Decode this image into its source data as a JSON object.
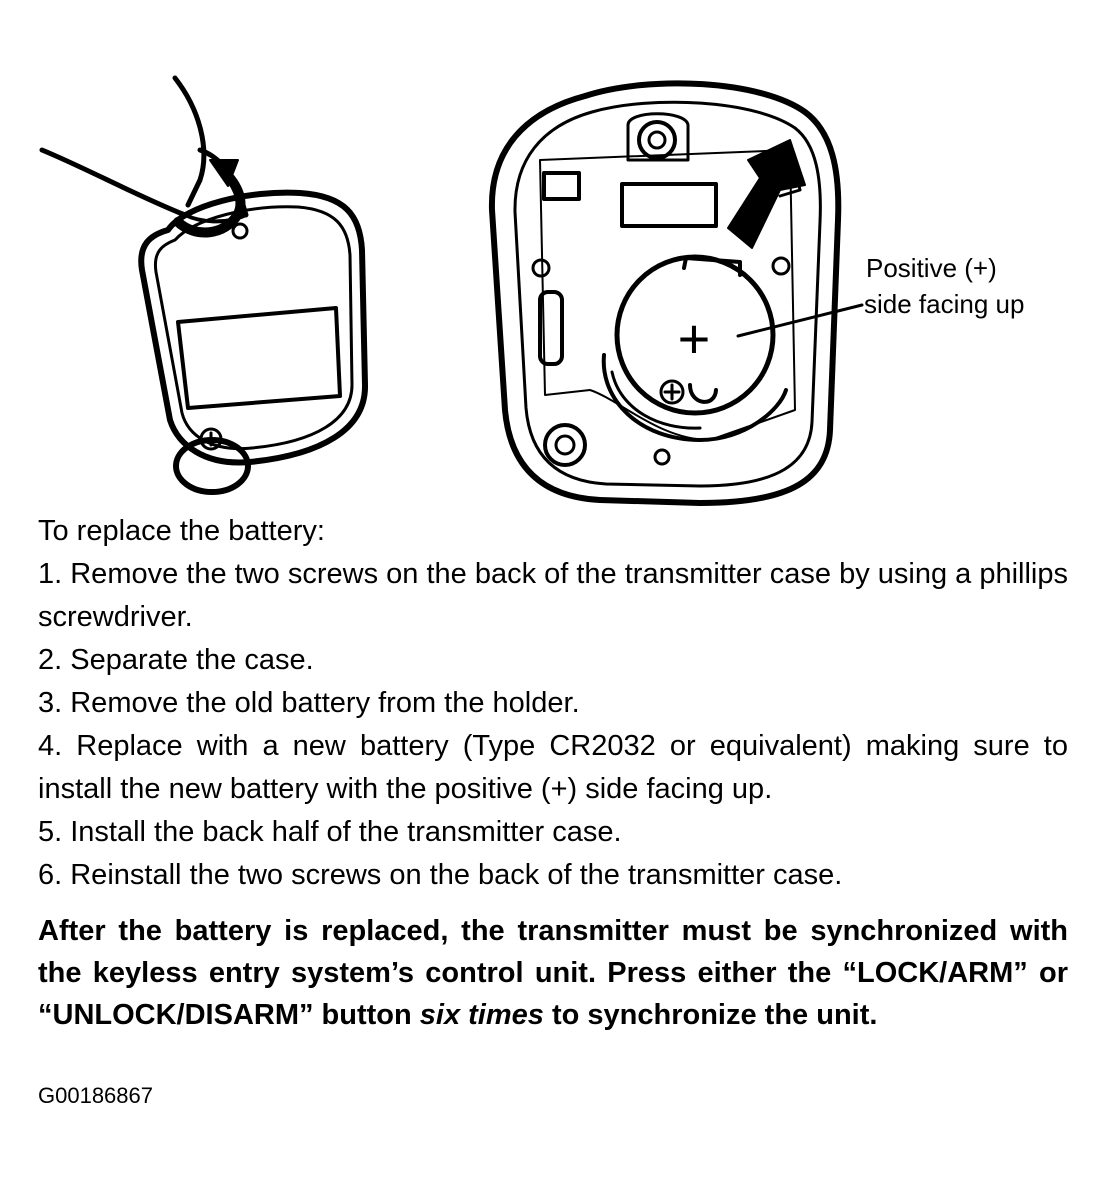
{
  "figure": {
    "positive_callout_line1": "Positive (+)",
    "positive_callout_line2": "side facing up",
    "battery_plus": "+"
  },
  "instructions": {
    "heading": "To replace the battery:",
    "step1": "1. Remove the two screws on the back of the transmitter case by using a phillips screwdriver.",
    "step2": "2. Separate the case.",
    "step3": "3. Remove the old battery from the holder.",
    "step4": "4. Replace with a new battery (Type CR2032 or equivalent) making sure to install the new battery with the positive (+) side facing up.",
    "step5": "5. Install the back half of the transmitter case.",
    "step6": "6. Reinstall the two screws on the back of the transmitter case."
  },
  "note": {
    "part1": "After the battery is replaced, the transmitter must be synchronized with the keyless entry system’s control unit. Press either the “LOCK/ARM” or “UNLOCK/DISARM” button ",
    "emphasis": "six times",
    "part2": " to synchronize the unit."
  },
  "figure_code": "G00186867"
}
